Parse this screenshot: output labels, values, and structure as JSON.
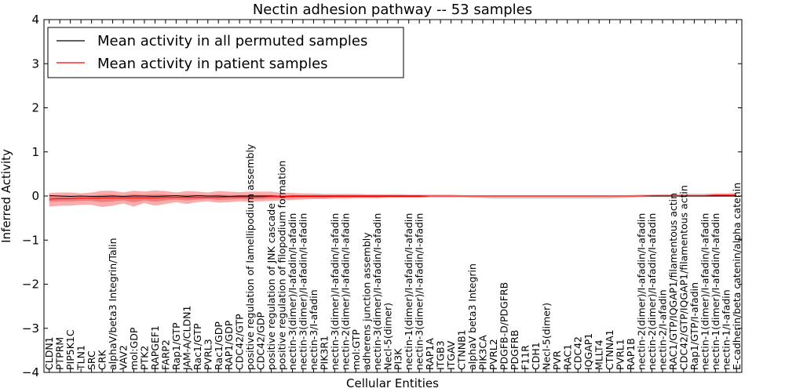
{
  "chart_data": {
    "type": "line",
    "title": "Nectin adhesion pathway -- 53 samples",
    "xlabel": "Cellular Entities",
    "ylabel": "Inferred Activity",
    "ylim": [
      -4,
      4
    ],
    "yticks": [
      -4,
      -3,
      -2,
      -1,
      0,
      1,
      2,
      3,
      4
    ],
    "grid": false,
    "legend_position": "top-left",
    "categories": [
      "CLDN1",
      "PTPRM",
      "PIP5K1C",
      "TLN1",
      "SRC",
      "CRK",
      "alphaV/beta3 Integrin/Talin",
      "VAV2",
      "mol:GDP",
      "PTK2",
      "RAPGEF1",
      "FARP2",
      "Rap1/GTP",
      "JAM-A/CLDN1",
      "Rac1/GTP",
      "PVRL3",
      "Rac1/GDP",
      "RAP1/GDP",
      "CDC42/GTP",
      "positive regulation of lamellipodium assembly",
      "CDC42/GDP",
      "positive regulation of JNK cascade",
      "positive regulation of filopodium formation",
      "nectin-3(dimer)/I-afadin/I-afadin",
      "nectin-3(dimer)/I-afadin/I-afadin",
      "nectin-3/I-afadin",
      "PIK3R1",
      "nectin-3(dimer)/I-afadin/I-afadin",
      "nectin-2(dimer)/I-afadin/I-afadin",
      "mol:GTP",
      "adherens junction assembly",
      "nectin-3(dimer)/I-afadin/I-afadin",
      "Necl-5(dimer)",
      "PI3K",
      "nectin-1(dimer)/I-afadin/I-afadin",
      "nectin-3(dimer)/I-afadin/I-afadin",
      "RAP1A",
      "ITGB3",
      "ITGAV",
      "CTNNB1",
      "alphaV beta3 Integrin",
      "PIK3CA",
      "PVRL2",
      "PDGFB-D/PDGFRB",
      "PDGFRB",
      "F11R",
      "CDH1",
      "Necl-5(dimer)",
      "PVR",
      "RAC1",
      "CDC42",
      "IQGAP1",
      "MLLT4",
      "CTNNA1",
      "PVRL1",
      "RAP1B",
      "nectin-2(dimer)/I-afadin/I-afadin",
      "nectin-2(dimer)/I-afadin/I-afadin",
      "nectin-2/I-afadin",
      "RAC1/GTP/IQGAP1/filamentous actin",
      "CDC42/GTP/IQGAP1/filamentous actin",
      "Rap1/GTP/I-afadin",
      "nectin-1(dimer)/I-afadin/I-afadin",
      "nectin-1(dimer)/I-afadin/I-afadin",
      "nectin-1/I-afadin",
      "E-cadherin/beta catenin/alpha catenin"
    ],
    "series": [
      {
        "name": "Mean activity in all permuted samples",
        "color": "#000000",
        "values": [
          0.01,
          0.0,
          -0.01,
          0.0,
          -0.01,
          -0.01,
          0.0,
          -0.01,
          0.0,
          0.0,
          -0.01,
          0.0,
          0.01,
          -0.01,
          0.01,
          0.0,
          0.0,
          -0.01,
          0.0,
          0.0,
          0.0,
          0.0,
          -0.01,
          0.0,
          0.0,
          0.0,
          0.0,
          0.0,
          0.0,
          0.0,
          0.0,
          0.0,
          0.0,
          0.0,
          0.0,
          0.0,
          0.0,
          0.0,
          0.0,
          0.0,
          0.0,
          0.0,
          0.0,
          0.0,
          0.0,
          0.0,
          0.0,
          0.0,
          0.0,
          0.0,
          0.0,
          0.0,
          0.0,
          0.0,
          0.0,
          0.0,
          0.0,
          0.0,
          0.0,
          0.0,
          0.0,
          0.0,
          0.0,
          0.0,
          0.0,
          0.0
        ]
      },
      {
        "name": "Mean activity in patient samples",
        "color": "#ff0000",
        "values": [
          -0.07,
          -0.06,
          -0.06,
          -0.05,
          -0.05,
          -0.04,
          -0.04,
          -0.04,
          -0.04,
          -0.04,
          -0.04,
          -0.03,
          -0.03,
          -0.03,
          -0.03,
          -0.03,
          -0.03,
          -0.02,
          -0.02,
          -0.02,
          -0.02,
          -0.01,
          -0.01,
          -0.01,
          -0.01,
          -0.01,
          -0.01,
          -0.01,
          -0.01,
          -0.01,
          -0.01,
          -0.01,
          -0.01,
          -0.01,
          -0.01,
          -0.01,
          0.0,
          0.0,
          0.0,
          0.0,
          0.0,
          0.0,
          0.0,
          0.0,
          0.0,
          0.0,
          0.0,
          0.0,
          0.0,
          0.0,
          0.0,
          0.0,
          0.0,
          0.0,
          0.0,
          0.0,
          0.0,
          0.01,
          0.01,
          0.01,
          0.01,
          0.01,
          0.01,
          0.02,
          0.02,
          0.02
        ]
      }
    ],
    "band_outer": {
      "color": "#f7a3a3",
      "upper": [
        0.07,
        0.08,
        0.08,
        0.06,
        0.08,
        0.12,
        0.12,
        0.08,
        0.12,
        0.1,
        0.13,
        0.11,
        0.08,
        0.11,
        0.1,
        0.08,
        0.11,
        0.1,
        0.09,
        0.1,
        0.1,
        0.1,
        0.07,
        0.07,
        0.06,
        0.06,
        0.05,
        0.05,
        0.05,
        0.05,
        0.04,
        0.04,
        0.04,
        0.04,
        0.03,
        0.03,
        0.03,
        0.03,
        0.03,
        0.02,
        0.02,
        0.02,
        0.02,
        0.02,
        0.02,
        0.02,
        0.02,
        0.02,
        0.02,
        0.02,
        0.02,
        0.02,
        0.02,
        0.02,
        0.02,
        0.02,
        0.03,
        0.03,
        0.04,
        0.04,
        0.05,
        0.05,
        0.05,
        0.06,
        0.06,
        0.07
      ],
      "lower": [
        -0.24,
        -0.22,
        -0.22,
        -0.2,
        -0.2,
        -0.25,
        -0.22,
        -0.17,
        -0.24,
        -0.16,
        -0.22,
        -0.18,
        -0.14,
        -0.18,
        -0.14,
        -0.12,
        -0.15,
        -0.14,
        -0.12,
        -0.13,
        -0.12,
        -0.11,
        -0.1,
        -0.09,
        -0.08,
        -0.07,
        -0.07,
        -0.06,
        -0.06,
        -0.05,
        -0.05,
        -0.05,
        -0.04,
        -0.04,
        -0.04,
        -0.04,
        -0.03,
        -0.03,
        -0.03,
        -0.03,
        -0.03,
        -0.03,
        -0.03,
        -0.03,
        -0.03,
        -0.03,
        -0.03,
        -0.03,
        -0.03,
        -0.03,
        -0.03,
        -0.03,
        -0.02,
        -0.02,
        -0.02,
        -0.02,
        -0.02,
        -0.02,
        -0.02,
        -0.02,
        -0.02,
        -0.02,
        -0.02,
        -0.02,
        -0.02,
        -0.02
      ]
    },
    "band_inner": {
      "color": "#ee7777",
      "upper": [
        0.0,
        0.01,
        0.01,
        0.0,
        0.01,
        0.03,
        0.03,
        0.01,
        0.04,
        0.02,
        0.04,
        0.03,
        0.01,
        0.03,
        0.02,
        0.01,
        0.03,
        0.02,
        0.02,
        0.02,
        0.02,
        0.02,
        0.01,
        0.01,
        0.01,
        0.01,
        0.01,
        0.01,
        0.01,
        0.01,
        0.01,
        0.01,
        0.01,
        0.01,
        0.01,
        0.01,
        0.01,
        0.01,
        0.01,
        0.01,
        0.01,
        0.01,
        0.01,
        0.01,
        0.01,
        0.01,
        0.01,
        0.01,
        0.01,
        0.01,
        0.01,
        0.01,
        0.01,
        0.01,
        0.01,
        0.01,
        0.01,
        0.02,
        0.02,
        0.02,
        0.02,
        0.02,
        0.02,
        0.03,
        0.03,
        0.03
      ],
      "lower": [
        -0.13,
        -0.12,
        -0.12,
        -0.11,
        -0.11,
        -0.14,
        -0.12,
        -0.1,
        -0.14,
        -0.1,
        -0.13,
        -0.1,
        -0.08,
        -0.1,
        -0.08,
        -0.07,
        -0.09,
        -0.08,
        -0.07,
        -0.07,
        -0.07,
        -0.06,
        -0.05,
        -0.05,
        -0.04,
        -0.04,
        -0.04,
        -0.03,
        -0.03,
        -0.03,
        -0.03,
        -0.03,
        -0.02,
        -0.02,
        -0.02,
        -0.02,
        -0.01,
        -0.01,
        -0.01,
        -0.01,
        -0.01,
        -0.01,
        -0.01,
        -0.01,
        -0.01,
        -0.01,
        -0.01,
        -0.01,
        -0.01,
        -0.01,
        -0.01,
        -0.01,
        -0.01,
        -0.01,
        -0.01,
        -0.01,
        -0.01,
        0.0,
        0.0,
        0.0,
        0.0,
        0.0,
        0.0,
        0.0,
        0.0,
        0.0
      ]
    },
    "band_permuted": {
      "color": "#c8c8c8",
      "upper": [
        0.0,
        0.0,
        0.0,
        0.0,
        0.0,
        0.0,
        0.0,
        0.0,
        0.0,
        0.0,
        0.0,
        0.0,
        0.0,
        0.0,
        0.0,
        0.0,
        0.0,
        0.0,
        0.0,
        0.0,
        0.0,
        0.0,
        0.0,
        0.0,
        0.0,
        0.0,
        0.0,
        0.0,
        0.0,
        0.0,
        0.0,
        0.0,
        0.0,
        0.0,
        0.0,
        0.0,
        0.0,
        0.0,
        0.0,
        0.0,
        0.0,
        0.0,
        0.0,
        0.0,
        0.0,
        0.0,
        0.0,
        0.0,
        0.0,
        0.0,
        0.0,
        0.0,
        0.0,
        0.0,
        0.0,
        0.0,
        0.0,
        0.0,
        0.0,
        0.0,
        0.0,
        0.0,
        0.0,
        0.0,
        0.0,
        0.0
      ],
      "lower": [
        0.0,
        0.0,
        0.0,
        0.0,
        0.0,
        0.0,
        0.0,
        0.0,
        0.0,
        0.0,
        0.0,
        0.0,
        0.0,
        0.0,
        0.0,
        0.0,
        0.0,
        0.0,
        0.0,
        0.0,
        0.0,
        0.0,
        0.0,
        0.0,
        0.0,
        0.0,
        0.0,
        0.0,
        0.0,
        0.0,
        0.0,
        0.0,
        0.0,
        0.0,
        0.0,
        0.0,
        0.0,
        0.0,
        0.0,
        -0.02,
        -0.04,
        -0.05,
        -0.06,
        -0.06,
        -0.06,
        -0.06,
        -0.06,
        -0.06,
        -0.06,
        -0.06,
        -0.06,
        -0.06,
        -0.06,
        -0.06,
        -0.05,
        -0.04,
        -0.02,
        0.0,
        0.0,
        0.0,
        0.0,
        0.0,
        0.0,
        0.0,
        0.0,
        0.0
      ]
    }
  }
}
